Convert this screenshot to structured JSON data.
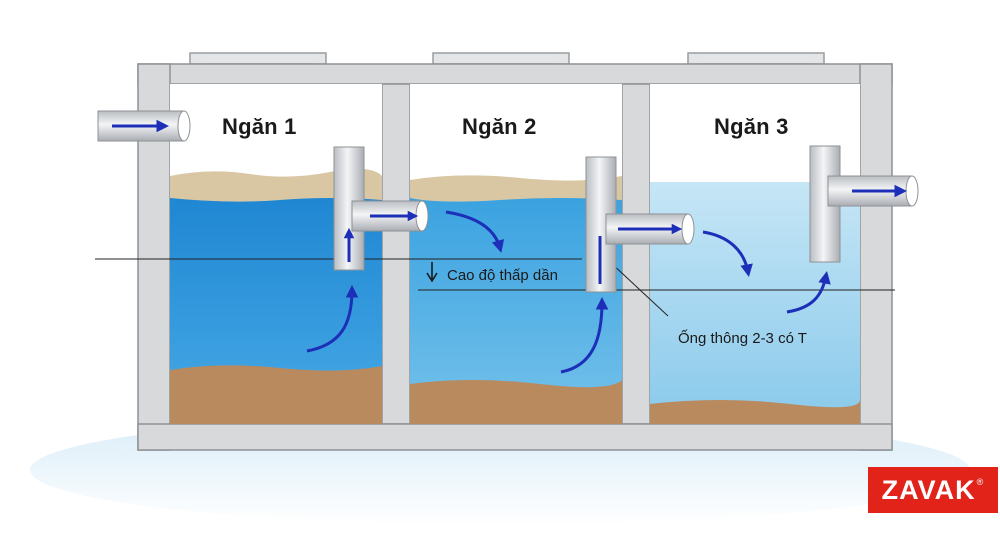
{
  "chambers": [
    {
      "label": "Ngăn 1"
    },
    {
      "label": "Ngăn 2"
    },
    {
      "label": "Ngăn 3"
    }
  ],
  "annotations": {
    "level_drop": "Cao độ thấp dần",
    "pipe_note": "Ống thông 2-3 có T"
  },
  "brand": {
    "name": "ZAVAK",
    "mark": "®",
    "color": "#e2231a"
  },
  "colors": {
    "concrete": "#d7d9db",
    "water_deep": "#2f8ed3",
    "water_light": "#a9d8ef",
    "sludge": "#b98a5e",
    "scum": "#d9c7a4",
    "flow_arrow": "#1d2fb8"
  },
  "icons": [
    "flow-arrow-icon",
    "down-arrow-icon"
  ]
}
